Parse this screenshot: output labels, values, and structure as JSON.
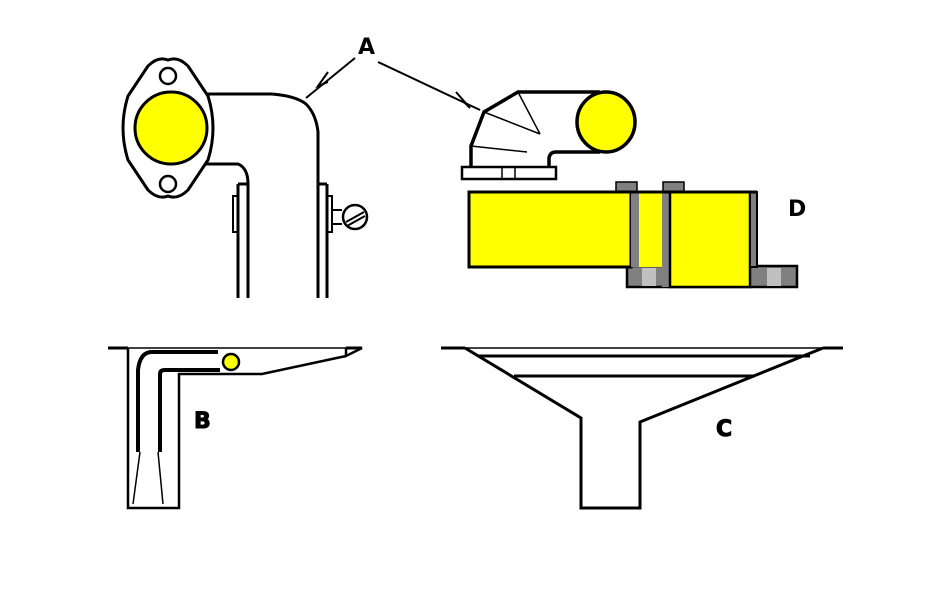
{
  "diagram": {
    "labels": {
      "a": "A",
      "b": "B",
      "c": "C",
      "d": "D"
    },
    "colors": {
      "fill_yellow": "#ffff00",
      "outline": "#000000",
      "gasket_dark": "#808080",
      "gasket_light": "#c0c0c0",
      "background": "#ffffff"
    },
    "parts": [
      {
        "id": "A",
        "description": "Elbow fitting with two-bolt diamond flange (two views)"
      },
      {
        "id": "B",
        "description": "Bent tube inserted into trough / channel, yellow sealing ring"
      },
      {
        "id": "C",
        "description": "Funnel-shaped drain with straight spout"
      },
      {
        "id": "D",
        "description": "Yellow pipe sections joined with grey gasket flanges"
      }
    ]
  }
}
